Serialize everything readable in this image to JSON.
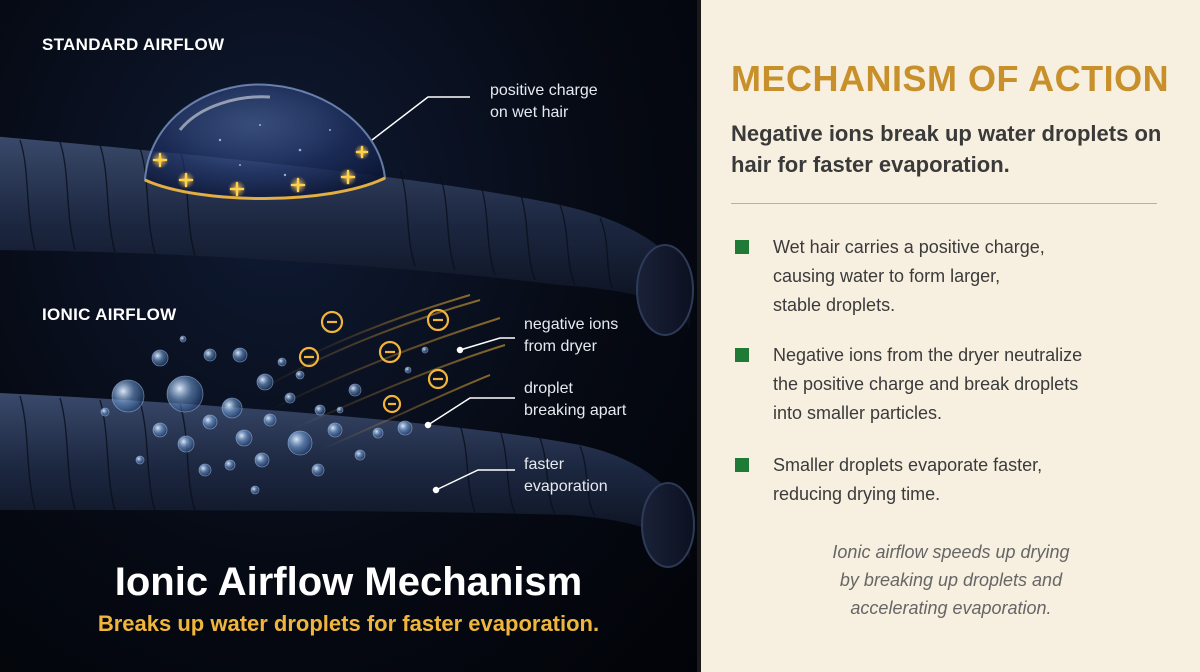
{
  "left_panel": {
    "standard_label": "STANDARD AIRFLOW",
    "ionic_label": "IONIC AIRFLOW",
    "callouts": {
      "positive_charge": [
        "positive charge",
        "on wet hair"
      ],
      "negative_ions": [
        "negative ions",
        "from dryer"
      ],
      "droplet_breaking": [
        "droplet",
        "breaking apart"
      ],
      "faster_evaporation": [
        "faster",
        "evaporation"
      ]
    },
    "title": "Ionic Airflow Mechanism",
    "subtitle": "Breaks up water droplets for faster evaporation.",
    "icons": {
      "positive": "plus-charge-icon",
      "negative": "minus-charge-icon"
    },
    "colors": {
      "title": "#ffffff",
      "subtitle": "#f0b63c",
      "charge_glow": "#f2b53a",
      "hair": "#1c2740"
    }
  },
  "right_panel": {
    "heading": "MECHANISM OF ACTION",
    "lead": "Negative ions break up water droplets on hair for faster evaporation.",
    "bullets": [
      [
        "Wet hair carries a positive charge,",
        "causing water to form larger,",
        "stable droplets."
      ],
      [
        "Negative ions from the dryer neutralize",
        "the positive charge and break droplets",
        "into smaller particles."
      ],
      [
        "Smaller droplets evaporate faster,",
        "reducing drying time."
      ]
    ],
    "note": [
      "Ionic airflow speeds up drying",
      "by breaking up droplets and",
      "accelerating evaporation."
    ],
    "colors": {
      "heading": "#c8902a",
      "bullet": "#1e7a35",
      "background": "#f7efe0"
    }
  }
}
